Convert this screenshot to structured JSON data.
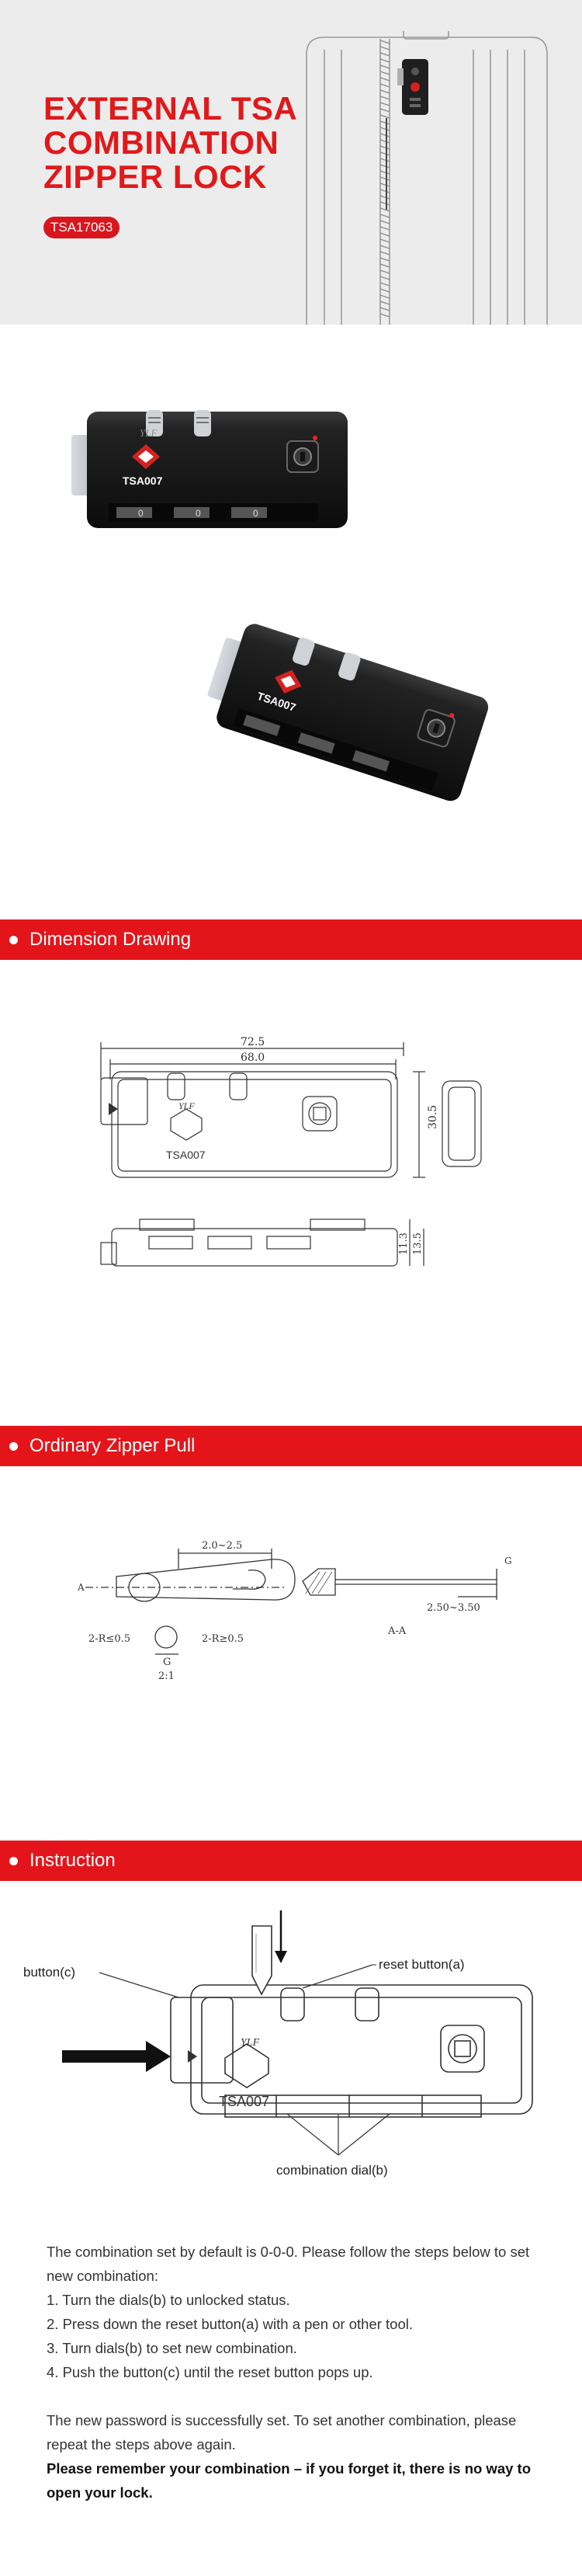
{
  "hero": {
    "title_lines": [
      "EXTERNAL TSA",
      "COMBINATION",
      "ZIPPER LOCK"
    ],
    "model": "TSA17063"
  },
  "product": {
    "brand_mark": "YLF",
    "lock_label": "TSA007",
    "dial_digits": [
      "0",
      "0",
      "0"
    ]
  },
  "sections": {
    "dimension": "Dimension Drawing",
    "zipper_pull": "Ordinary Zipper Pull",
    "instruction": "Instruction"
  },
  "dimension_drawing": {
    "overall_width": "72.5",
    "inner_width": "68.0",
    "height": "30.5",
    "depth_a": "11.3",
    "depth_b": "13.5",
    "lock_label": "TSA007",
    "brand_mark": "YLF"
  },
  "zipper_pull": {
    "hole_range": "2.0~2.5",
    "radius_left": "2-R≤0.5",
    "radius_right": "2-R≥0.5",
    "detail_label": "G",
    "detail_scale": "2:1",
    "section_g": "G",
    "thickness": "2.50~3.50",
    "section_label": "A-A",
    "arrow_a": "A"
  },
  "instruction_diagram": {
    "reset_button": "reset button(a)",
    "button_c": "button(c)",
    "dials": "combination dial(b)",
    "lock_label": "TSA007",
    "brand_mark": "YLF"
  },
  "instructions": {
    "intro": "The combination set by default is 0-0-0. Please follow the steps below to set new combination:",
    "steps": [
      "1. Turn the dials(b) to unlocked status.",
      "2. Press down the reset button(a) with a pen or other tool.",
      "3. Turn dials(b) to set new combination.",
      "4. Push the button(c) until the reset button pops up."
    ],
    "outro": "The new password is successfully set. To set another combination, please repeat the steps above again.",
    "warning": "Please remember your combination – if you forget it, there is no way to open your lock."
  },
  "colors": {
    "accent": "#e3151b",
    "hero_bg": "#ececec",
    "lock_body": "#1b1b1b",
    "lock_tab": "#b7bdc4"
  }
}
